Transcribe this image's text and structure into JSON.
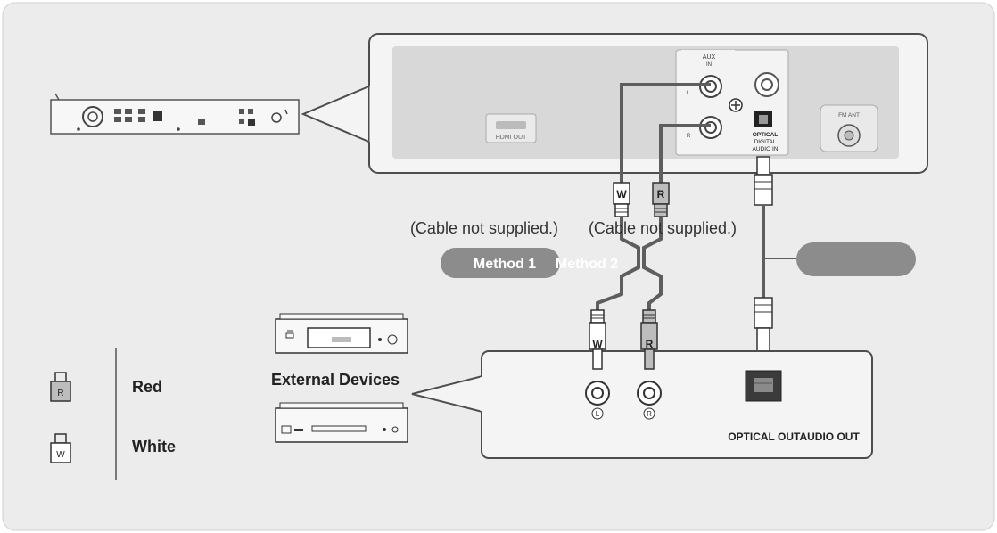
{
  "colors": {
    "background": "#ededed",
    "panel": "#f4f4f4",
    "panel_stroke": "#4d4d4d",
    "inner_panel": "#d6d6d6",
    "cable": "#5e5e5e",
    "cable_light": "#9a9a9a",
    "pill": "#8c8c8c",
    "text": "#222222"
  },
  "main_unit": {
    "icons": [
      "speaker-fan-icon",
      "rear-panel-jacks"
    ]
  },
  "rear_panel": {
    "hdmi_label": "HDMI OUT",
    "aux_label": "AUX",
    "aux_sub": "IN",
    "jack_left": "L",
    "jack_right": "R",
    "optical_label_1": "OPTICAL",
    "optical_label_2": "DIGITAL",
    "optical_label_3": "AUDIO IN",
    "fm_label": "FM ANT"
  },
  "cable_note_1": "(Cable not supplied.)",
  "cable_note_2": "(Cable not supplied.)",
  "method_1": "Method 1",
  "method_2": "Method 2",
  "plug_white": "W",
  "plug_red": "R",
  "external_devices_label": "External Devices",
  "external_panel": {
    "jack_l": "L",
    "jack_r": "R",
    "output_label": "OPTICAL OUTAUDIO OUT"
  },
  "legend": {
    "red_symbol": "R",
    "red_label": "Red",
    "white_symbol": "W",
    "white_label": "White"
  }
}
